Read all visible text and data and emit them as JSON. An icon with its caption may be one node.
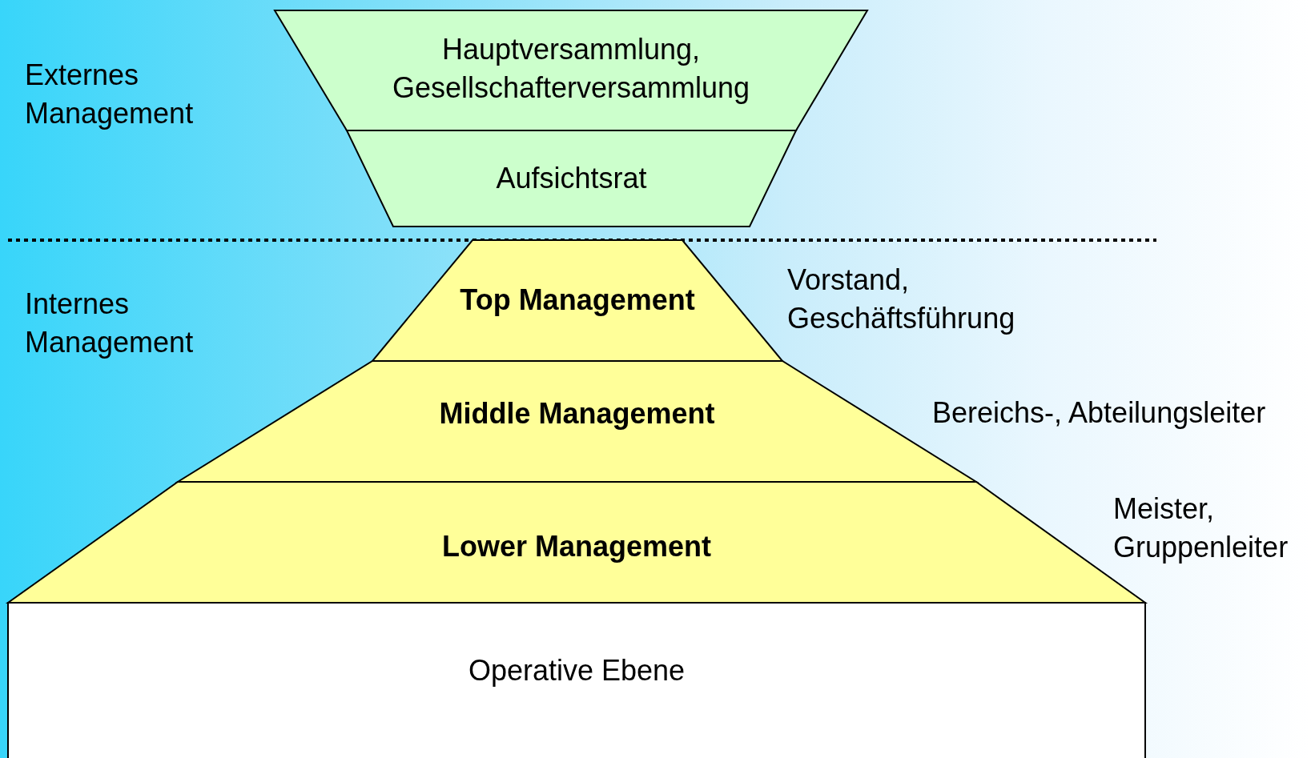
{
  "diagram": {
    "nodes": [
      {
        "text": [
          "Hauptversammlung, Gesellschafterversammlung"
        ]
      },
      {
        "text": [
          "Aufsichtsrat"
        ]
      },
      {
        "text": [
          "Top Management"
        ],
        "beside": [
          "Vorstand, Geschäftsführung"
        ]
      },
      {
        "text": [
          "Middle Management"
        ],
        "beside": [
          "Bereichs-, Abteilungsleiter"
        ]
      },
      {
        "text": [
          "Lower Management"
        ],
        "beside": [
          "Meister, Gruppenleiter"
        ]
      },
      {
        "text": [
          "Operative Ebene"
        ]
      }
    ],
    "labels": [
      "Externes Management",
      "Internes Management"
    ]
  }
}
